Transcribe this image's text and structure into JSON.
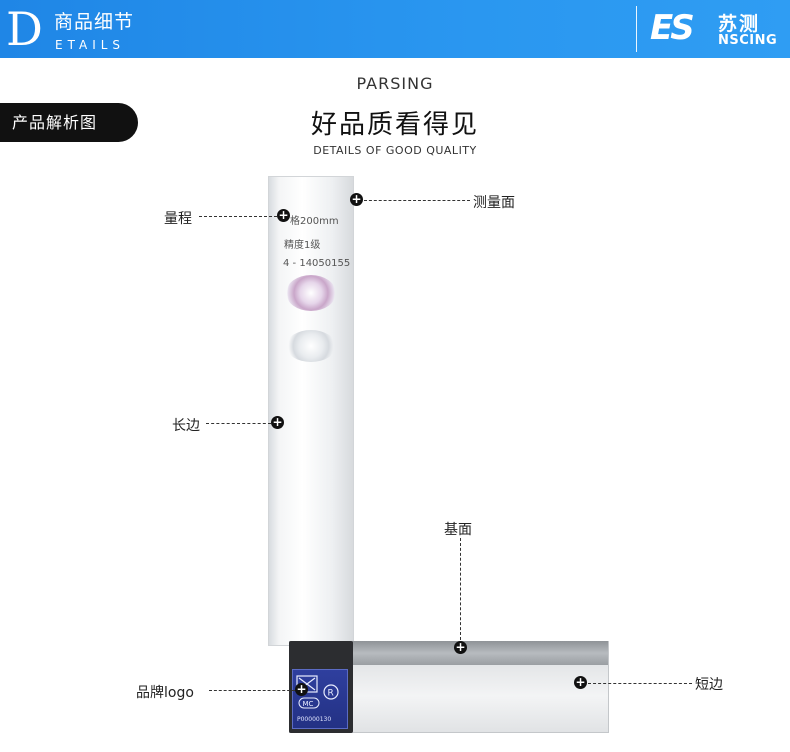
{
  "header": {
    "big_letter": "D",
    "title_cn": "商品细节",
    "title_en": "ETAILS",
    "logo_mark": "ES",
    "logo_cn": "苏测",
    "logo_en": "NSCING",
    "bg_color": "#2a95ef"
  },
  "section_tag": "产品解析图",
  "titles": {
    "parsing": "PARSING",
    "main": "好品质看得见",
    "sub": "DETAILS OF GOOD QUALITY"
  },
  "product": {
    "arm_lines": [
      "格200mm",
      "精度1级",
      "4 - 14050155"
    ],
    "badge_code": "P00000130"
  },
  "annotations": {
    "range": "量程",
    "measuring_face": "测量面",
    "long_side": "长边",
    "base_face": "基面",
    "brand_logo": "品牌logo",
    "short_side": "短边"
  }
}
